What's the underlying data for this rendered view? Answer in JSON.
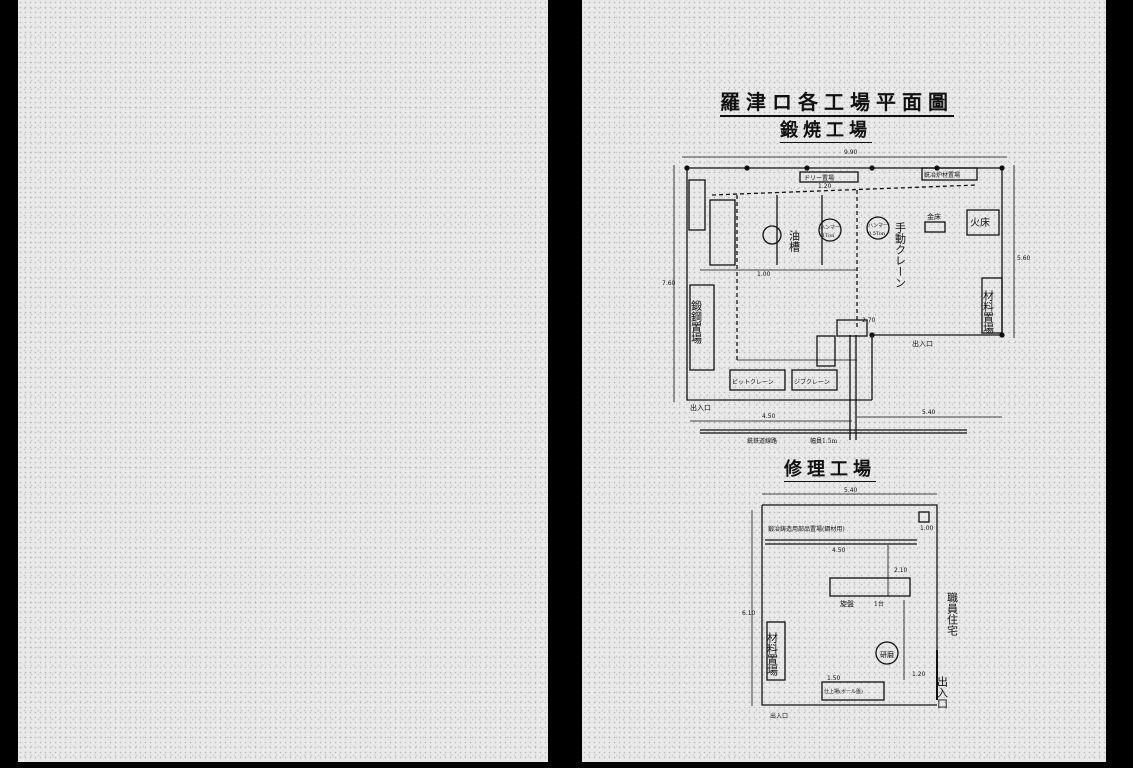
{
  "document": {
    "title": "羅津ロ各工場平面圖",
    "forge_shop": {
      "heading": "鍛焼工場",
      "dims": [
        "9.90",
        "7.60",
        "5.60",
        "4.50",
        "5.40",
        "1.20",
        "1.00",
        "2.70"
      ],
      "labels": {
        "forge_storage": "鍛鋼置場",
        "material_storage": "材料置場",
        "fire_store": "火床",
        "entrance_right": "出入口",
        "entrance_left": "出入口",
        "annealing_storage": "銑冶炉材置場",
        "drill_storage": "ドリー置場",
        "hammer_1": "ハンマー",
        "hammer_1_num": "1Ton",
        "hammer_2": "ハンマー",
        "hammer_2_num": "0.5Ton",
        "oil_tank": "油槽",
        "anvil": "金床",
        "hand_crane": "手動クレーン",
        "pit_crane": "ピットクレーン",
        "jib_crane": "ジブクレーン",
        "road": "銑鉄道線路",
        "road_note": "幅員1.5m"
      }
    },
    "repair_shop": {
      "heading": "修理工場",
      "dims": [
        "5.40",
        "4.50",
        "6.10",
        "2.10",
        "1.50",
        "1.20",
        "1.00"
      ],
      "labels": {
        "storage_top": "鍛冶鋳造用部品置場(鋼材用)",
        "material_storage": "材料置場",
        "workbench": "旋盤",
        "workbench_num": "1台",
        "machine": "研磨",
        "housing": "職員住宅",
        "entrance_right": "出入口",
        "entrance_bottom": "出入口",
        "office": "仕上場(ボール盤)"
      }
    }
  }
}
